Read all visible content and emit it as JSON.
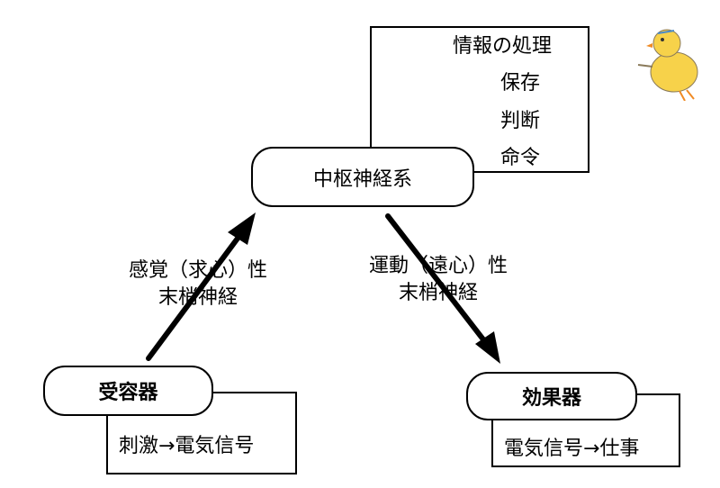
{
  "central": {
    "title": "中枢神経系",
    "info_box": {
      "heading": "情報の処理",
      "items": [
        "保存",
        "判断",
        "命令"
      ]
    }
  },
  "afferent": {
    "line1": "感覚（求心）性",
    "line2": "末梢神経"
  },
  "efferent": {
    "line1": "運動（遠心）性",
    "line2": "末梢神経"
  },
  "receptor": {
    "title": "受容器",
    "description": "刺激→電気信号"
  },
  "effector": {
    "title": "効果器",
    "description": "電気信号→仕事"
  },
  "decoration": {
    "icon": "chick-icon",
    "colors": {
      "body": "#f7d24a",
      "beak": "#f08a24",
      "outline": "#8a7a5a"
    }
  }
}
